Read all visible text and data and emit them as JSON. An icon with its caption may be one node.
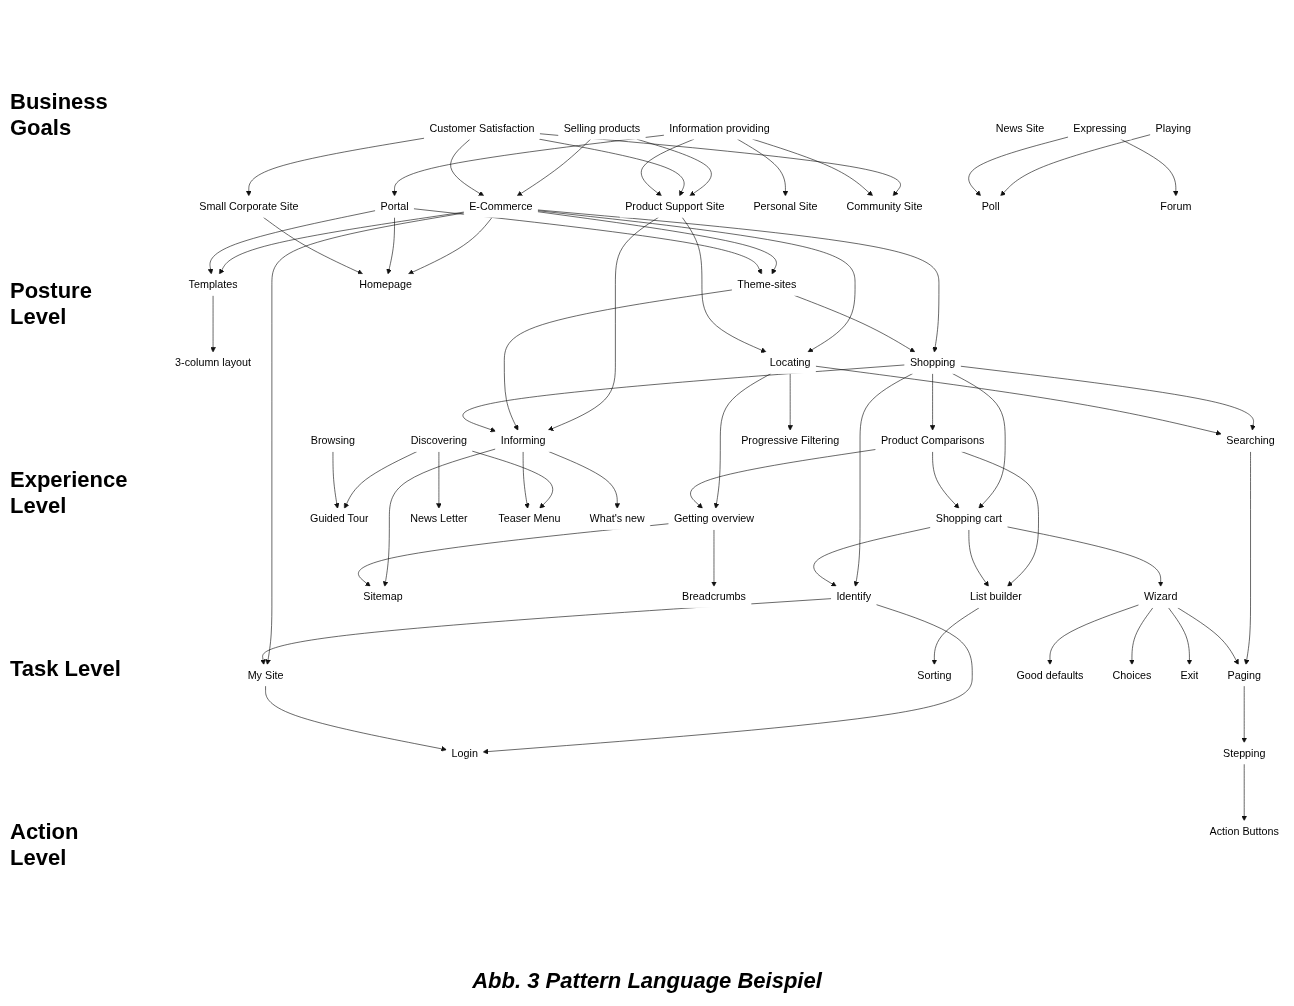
{
  "diagram": {
    "caption": "Abb. 3 Pattern Language Beispiel",
    "nodes": [
      {
        "text": [
          "Selling products"
        ]
      },
      {
        "text": [
          "Customer Satisfaction"
        ]
      },
      {
        "text": [
          "Information providing"
        ]
      },
      {
        "text": [
          "E-Commerce"
        ]
      },
      {
        "text": [
          "Portal"
        ]
      },
      {
        "text": [
          "Small Corporate Site"
        ]
      },
      {
        "text": [
          "Product Support Site"
        ]
      },
      {
        "text": [
          "Personal Site"
        ]
      },
      {
        "text": [
          "Community Site"
        ]
      },
      {
        "text": [
          "News Site"
        ]
      },
      {
        "text": [
          "Templates"
        ]
      },
      {
        "text": [
          "Theme-sites"
        ]
      },
      {
        "text": [
          "3-column layout"
        ]
      },
      {
        "text": [
          "Homepage"
        ]
      },
      {
        "text": [
          "Playing"
        ]
      },
      {
        "text": [
          "Expressing"
        ]
      },
      {
        "text": [
          "Locating"
        ]
      },
      {
        "text": [
          "Browsing"
        ]
      },
      {
        "text": [
          "Discovering"
        ]
      },
      {
        "text": [
          "Shopping"
        ]
      },
      {
        "text": [
          "Informing"
        ]
      },
      {
        "text": [
          "Poll"
        ]
      },
      {
        "text": [
          "Forum"
        ]
      },
      {
        "text": [
          "Getting overview"
        ]
      },
      {
        "text": [
          "Guided Tour"
        ]
      },
      {
        "text": [
          "Identify"
        ]
      },
      {
        "text": [
          "Shopping cart"
        ]
      },
      {
        "text": [
          "Product Comparisons"
        ]
      },
      {
        "text": [
          "Searching"
        ]
      },
      {
        "text": [
          "News Letter"
        ]
      },
      {
        "text": [
          "Teaser Menu"
        ]
      },
      {
        "text": [
          "Sitemap"
        ]
      },
      {
        "text": [
          "Breadcrumbs"
        ]
      },
      {
        "text": [
          "My Site"
        ]
      },
      {
        "text": [
          "Progressive Filtering"
        ]
      },
      {
        "text": [
          "What's new"
        ]
      },
      {
        "text": [
          "Wizard"
        ]
      },
      {
        "text": [
          "List builder"
        ]
      },
      {
        "text": [
          "Sorting"
        ]
      },
      {
        "text": [
          "Paging"
        ]
      },
      {
        "text": [
          "Good defaults"
        ]
      },
      {
        "text": [
          "Choices"
        ]
      },
      {
        "text": [
          "Exit"
        ]
      },
      {
        "text": [
          "Login"
        ]
      },
      {
        "text": [
          "Stepping"
        ]
      },
      {
        "text": [
          "Action Buttons"
        ]
      }
    ],
    "edges": [
      {
        "from": 0,
        "to": 3,
        "arrow": "to"
      },
      {
        "from": 0,
        "to": 6,
        "arrow": "to"
      },
      {
        "from": 1,
        "to": 3,
        "arrow": "to"
      },
      {
        "from": 1,
        "to": 5,
        "arrow": "to"
      },
      {
        "from": 1,
        "to": 6,
        "arrow": "to"
      },
      {
        "from": 1,
        "to": 8,
        "arrow": "to"
      },
      {
        "from": 2,
        "to": 4,
        "arrow": "to"
      },
      {
        "from": 2,
        "to": 6,
        "arrow": "to"
      },
      {
        "from": 2,
        "to": 7,
        "arrow": "to"
      },
      {
        "from": 2,
        "to": 8,
        "arrow": "to"
      },
      {
        "from": 3,
        "to": 10,
        "arrow": "to"
      },
      {
        "from": 3,
        "to": 13,
        "arrow": "to"
      },
      {
        "from": 3,
        "to": 11,
        "arrow": "to"
      },
      {
        "from": 3,
        "to": 33,
        "arrow": "to"
      },
      {
        "from": 3,
        "to": 19,
        "arrow": "to"
      },
      {
        "from": 3,
        "to": 16,
        "arrow": "to"
      },
      {
        "from": 4,
        "to": 10,
        "arrow": "to"
      },
      {
        "from": 4,
        "to": 13,
        "arrow": "to"
      },
      {
        "from": 4,
        "to": 11,
        "arrow": "to"
      },
      {
        "from": 5,
        "to": 13,
        "arrow": "to"
      },
      {
        "from": 10,
        "to": 12,
        "arrow": "to"
      },
      {
        "from": 6,
        "to": 16,
        "arrow": "to"
      },
      {
        "from": 6,
        "to": 20,
        "arrow": "to"
      },
      {
        "from": 11,
        "to": 19,
        "arrow": "to"
      },
      {
        "from": 11,
        "to": 20,
        "arrow": "to"
      },
      {
        "from": 14,
        "to": 21,
        "arrow": "to"
      },
      {
        "from": 15,
        "to": 21,
        "arrow": "to"
      },
      {
        "from": 15,
        "to": 22,
        "arrow": "to"
      },
      {
        "from": 19,
        "to": 20,
        "arrow": "to"
      },
      {
        "from": 19,
        "to": 25,
        "arrow": "to"
      },
      {
        "from": 19,
        "to": 28,
        "arrow": "to"
      },
      {
        "from": 19,
        "to": 26,
        "arrow": "to"
      },
      {
        "from": 19,
        "to": 27,
        "arrow": "to"
      },
      {
        "from": 18,
        "to": 29,
        "arrow": "to"
      },
      {
        "from": 18,
        "to": 30,
        "arrow": "to"
      },
      {
        "from": 18,
        "to": 24,
        "arrow": "to"
      },
      {
        "from": 20,
        "to": 30,
        "arrow": "to"
      },
      {
        "from": 20,
        "to": 31,
        "arrow": "to"
      },
      {
        "from": 20,
        "to": 35,
        "arrow": "to"
      },
      {
        "from": 16,
        "to": 23,
        "arrow": "to"
      },
      {
        "from": 16,
        "to": 34,
        "arrow": "to"
      },
      {
        "from": 16,
        "to": 28,
        "arrow": "to"
      },
      {
        "from": 17,
        "to": 24,
        "arrow": "to"
      },
      {
        "from": 23,
        "to": 31,
        "arrow": "to"
      },
      {
        "from": 23,
        "to": 32,
        "arrow": "to"
      },
      {
        "from": 27,
        "to": 23,
        "arrow": "to"
      },
      {
        "from": 26,
        "to": 25,
        "arrow": "to"
      },
      {
        "from": 27,
        "to": 26,
        "arrow": "to"
      },
      {
        "from": 27,
        "to": 37,
        "arrow": "to"
      },
      {
        "from": 26,
        "to": 36,
        "arrow": "to"
      },
      {
        "from": 26,
        "to": 37,
        "arrow": "to"
      },
      {
        "from": 37,
        "to": 38,
        "arrow": "to"
      },
      {
        "from": 25,
        "to": 33,
        "arrow": "to"
      },
      {
        "from": 25,
        "to": 43,
        "arrow": "to"
      },
      {
        "from": 33,
        "to": 43,
        "arrow": "to"
      },
      {
        "from": 28,
        "to": 39,
        "arrow": "to"
      },
      {
        "from": 36,
        "to": 39,
        "arrow": "to"
      },
      {
        "from": 36,
        "to": 40,
        "arrow": "to"
      },
      {
        "from": 36,
        "to": 41,
        "arrow": "to"
      },
      {
        "from": 36,
        "to": 42,
        "arrow": "to"
      },
      {
        "from": 39,
        "to": 44,
        "arrow": "to"
      },
      {
        "from": 44,
        "to": 45,
        "arrow": "to"
      }
    ],
    "labels": [
      "Business Goals",
      "Posture Level",
      "Experience Level",
      "Task Level",
      "Action Level"
    ]
  }
}
